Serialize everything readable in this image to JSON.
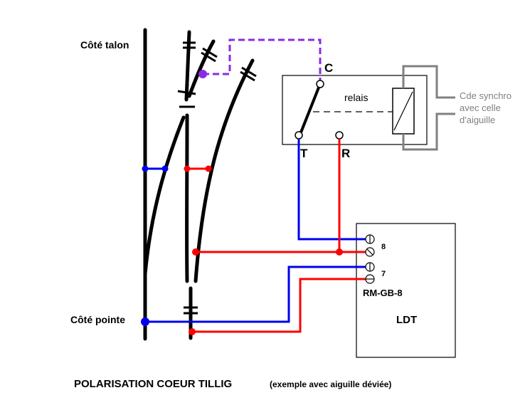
{
  "labels": {
    "cote_talon": "Côté talon",
    "cote_pointe": "Côté pointe",
    "relay_common": "C",
    "relay_t": "T",
    "relay_r": "R",
    "relay_name": "relais",
    "cde_line1": "Cde synchro",
    "cde_line2": "avec celle",
    "cde_line3": "d'aiguille",
    "terminal_8": "8",
    "terminal_7": "7",
    "module_name": "RM-GB-8",
    "module_brand": "LDT",
    "caption_title": "POLARISATION COEUR TILLIG",
    "caption_note": "(exemple avec aiguille déviée)"
  },
  "colors": {
    "rail": "#000000",
    "blue_wire": "#0000ee",
    "red_wire": "#ff0000",
    "purple_wire": "#8a2be2",
    "gray_wire": "#808080"
  }
}
